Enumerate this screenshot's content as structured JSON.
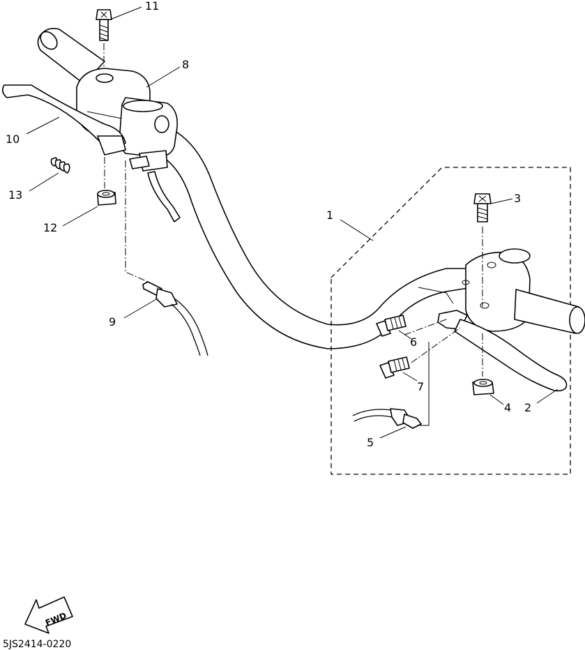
{
  "callouts": [
    {
      "id": "c1",
      "text": "1"
    },
    {
      "id": "c2",
      "text": "2"
    },
    {
      "id": "c3",
      "text": "3"
    },
    {
      "id": "c4",
      "text": "4"
    },
    {
      "id": "c5",
      "text": "5"
    },
    {
      "id": "c6",
      "text": "6"
    },
    {
      "id": "c7",
      "text": "7"
    },
    {
      "id": "c8",
      "text": "8"
    },
    {
      "id": "c9",
      "text": "9"
    },
    {
      "id": "c10",
      "text": "10"
    },
    {
      "id": "c11",
      "text": "11"
    },
    {
      "id": "c12",
      "text": "12"
    },
    {
      "id": "c13",
      "text": "13"
    }
  ],
  "fwd_label": "FWD",
  "drawing_code": "5JS2414-0220"
}
